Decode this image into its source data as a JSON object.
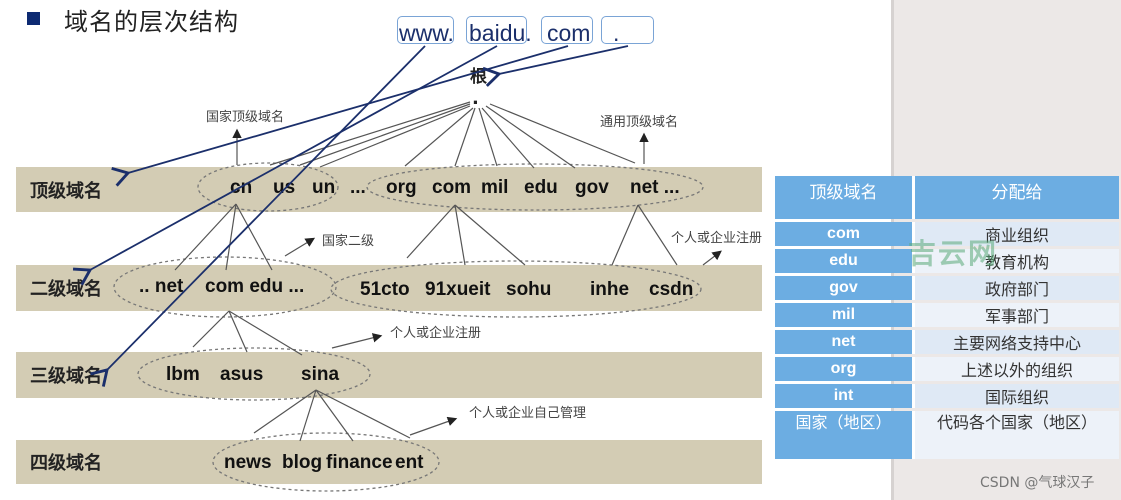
{
  "title": "域名的层次结构",
  "url_parts": [
    "www.",
    "baidu.",
    "com",
    "."
  ],
  "root": {
    "label": "根",
    "dot": "."
  },
  "annotations": {
    "country_tld": "国家顶级域名",
    "generic_tld": "通用顶级域名",
    "country_second": "国家二级",
    "personal_register_1": "个人或企业注册",
    "personal_register_2": "个人或企业注册",
    "self_manage": "个人或企业自己管理"
  },
  "levels": [
    {
      "label": "顶级域名",
      "groups": [
        [
          "cn",
          "us",
          "un"
        ],
        [
          "org",
          "com",
          "mil",
          "edu",
          "gov",
          "net ..."
        ]
      ],
      "separator": "..."
    },
    {
      "label": "二级域名",
      "groups": [
        [
          ".. net",
          "com edu ..."
        ],
        [
          "51cto",
          "91xueit",
          "sohu",
          "inhe",
          "csdn"
        ]
      ]
    },
    {
      "label": "三级域名",
      "groups": [
        [
          "lbm",
          "asus",
          "sina"
        ]
      ]
    },
    {
      "label": "四级域名",
      "groups": [
        [
          "news",
          "blog",
          "finance",
          "ent"
        ]
      ]
    }
  ],
  "tld_table": {
    "headers": [
      "顶级域名",
      "分配给"
    ],
    "rows": [
      [
        "com",
        "商业组织"
      ],
      [
        "edu",
        "教育机构"
      ],
      [
        "gov",
        "政府部门"
      ],
      [
        "mil",
        "军事部门"
      ],
      [
        "net",
        "主要网络支持中心"
      ],
      [
        "org",
        "上述以外的组织"
      ],
      [
        "int",
        "国际组织"
      ],
      [
        "国家（地区）",
        "代码各个国家（地区）"
      ]
    ]
  },
  "watermark": "吉云网",
  "credit": "CSDN @气球汉子",
  "colors": {
    "band": "#d3ccb4",
    "table_header": "#6cade2",
    "arrow_blue": "#1b2f6b",
    "title_bullet": "#0d2a72"
  }
}
